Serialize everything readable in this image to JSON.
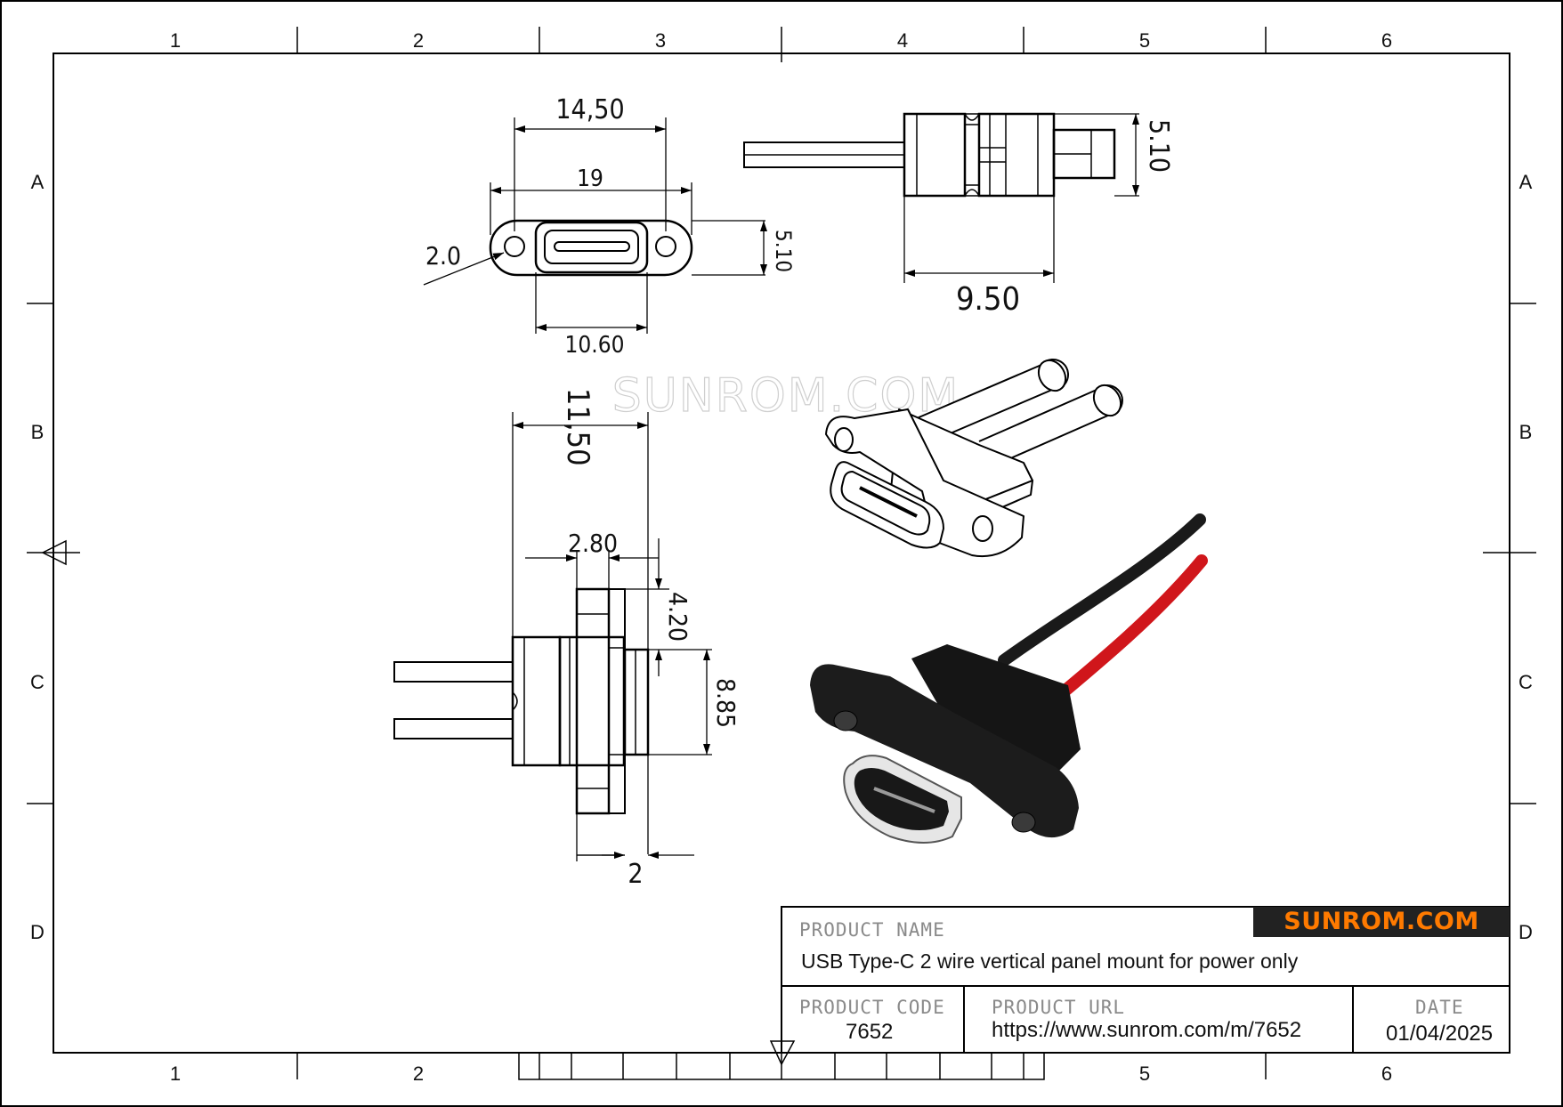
{
  "frame": {
    "columns": [
      "1",
      "2",
      "3",
      "4",
      "5",
      "6"
    ],
    "rows": [
      "A",
      "B",
      "C",
      "D"
    ]
  },
  "dimensions": {
    "d_14_50": "14,50",
    "d_19": "19",
    "d_2_0": "2.0",
    "d_5_10_front": "5.10",
    "d_10_60": "10.60",
    "d_5_10_side": "5.10",
    "d_9_50": "9.50",
    "d_11_50": "11,50",
    "d_2_80": "2.80",
    "d_4_20": "4.20",
    "d_8_85": "8.85",
    "d_2": "2"
  },
  "watermark": "SUNROM.COM",
  "title_block": {
    "product_name_label": "PRODUCT NAME",
    "product_name": "USB Type-C 2 wire vertical panel mount for power only",
    "product_code_label": "PRODUCT CODE",
    "product_code": "7652",
    "product_url_label": "PRODUCT URL",
    "product_url": "https://www.sunrom.com/m/7652",
    "date_label": "DATE",
    "date": "01/04/2025",
    "brand": "SUNROM.COM"
  },
  "colors": {
    "line": "#000000",
    "brand_text": "#ff7a00",
    "brand_bg": "#222222",
    "wire_red": "#d0161b",
    "wire_black": "#1a1a1a",
    "body": "#111111"
  }
}
